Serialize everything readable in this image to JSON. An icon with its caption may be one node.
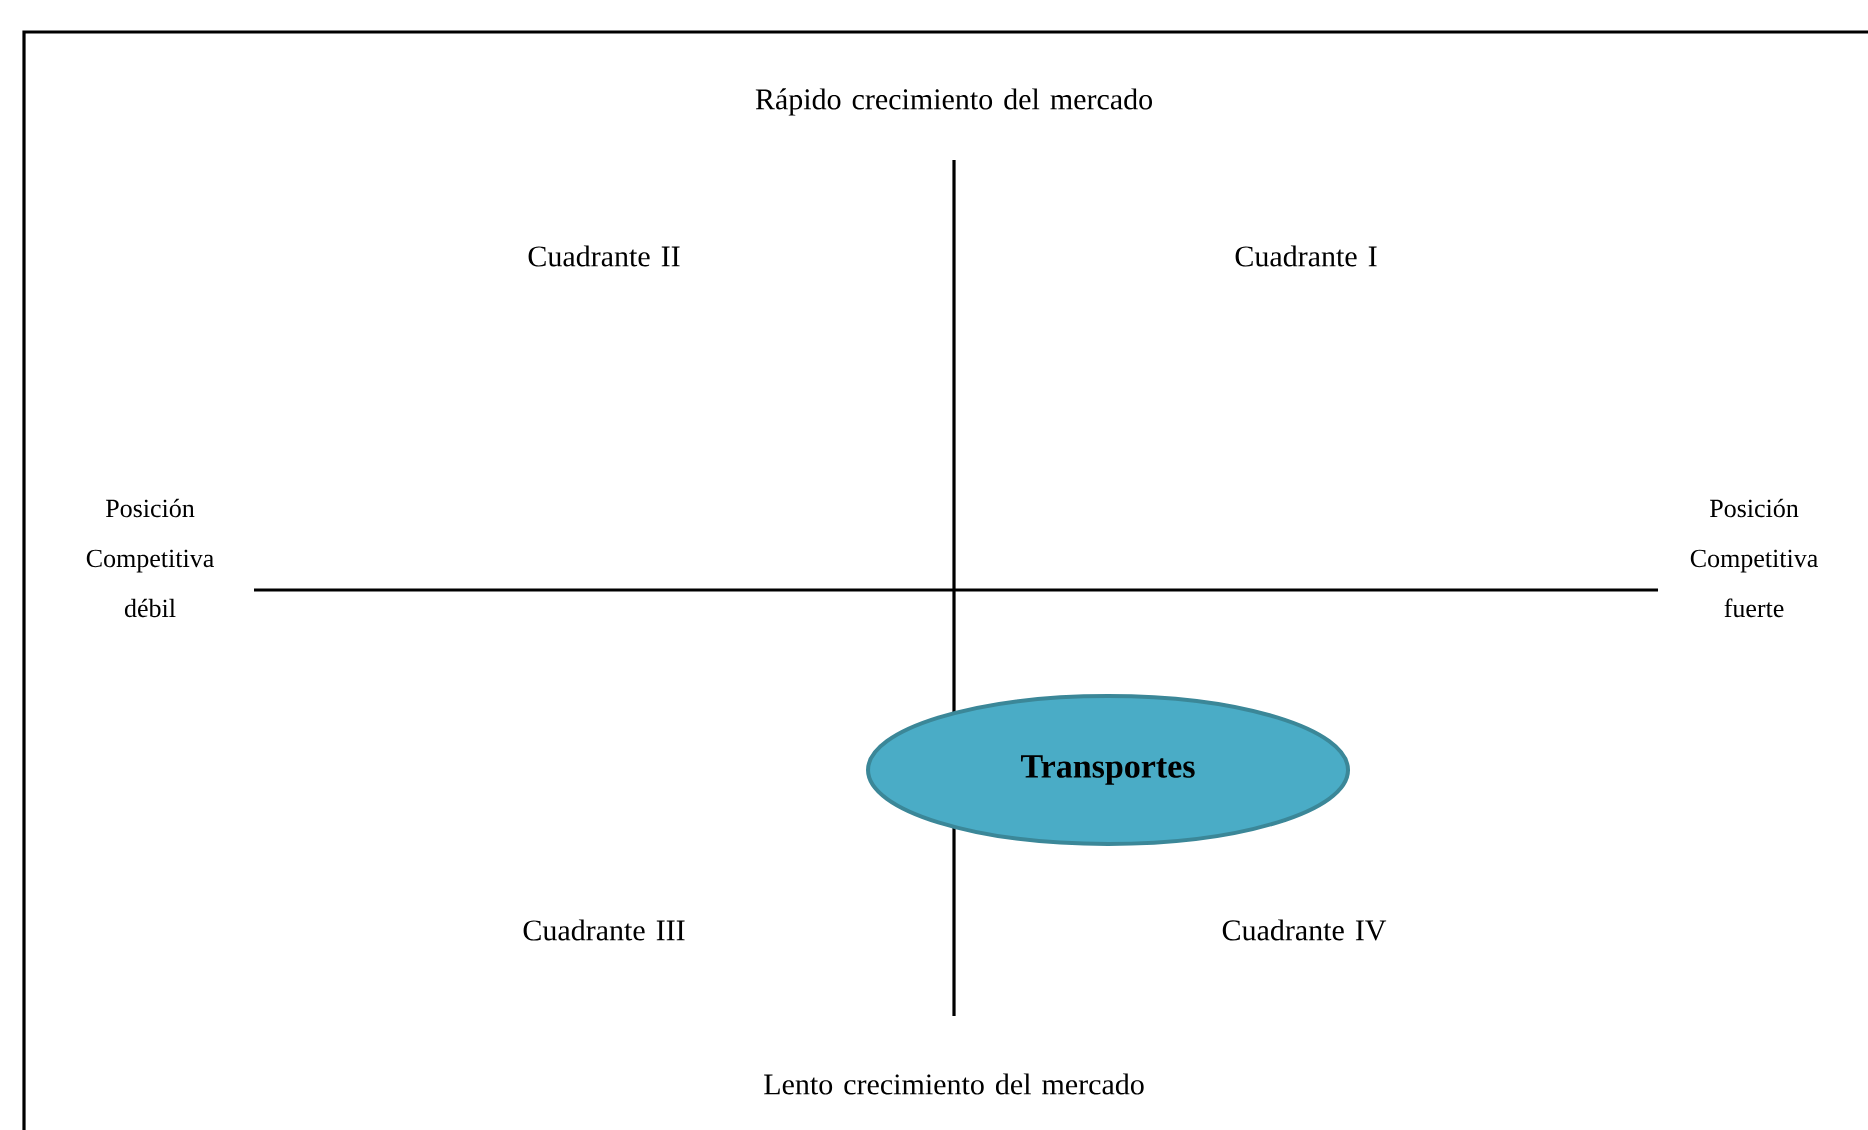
{
  "diagram": {
    "nodes": [
      {
        "text": [
          "Transportes"
        ]
      }
    ],
    "labels": [
      "Rápido crecimiento del mercado",
      "Cuadrante II",
      "Cuadrante I",
      "Posición Competitiva débil",
      "Posición Competitiva fuerte",
      "Cuadrante III",
      "Cuadrante IV",
      "Lento crecimiento del mercado"
    ]
  }
}
